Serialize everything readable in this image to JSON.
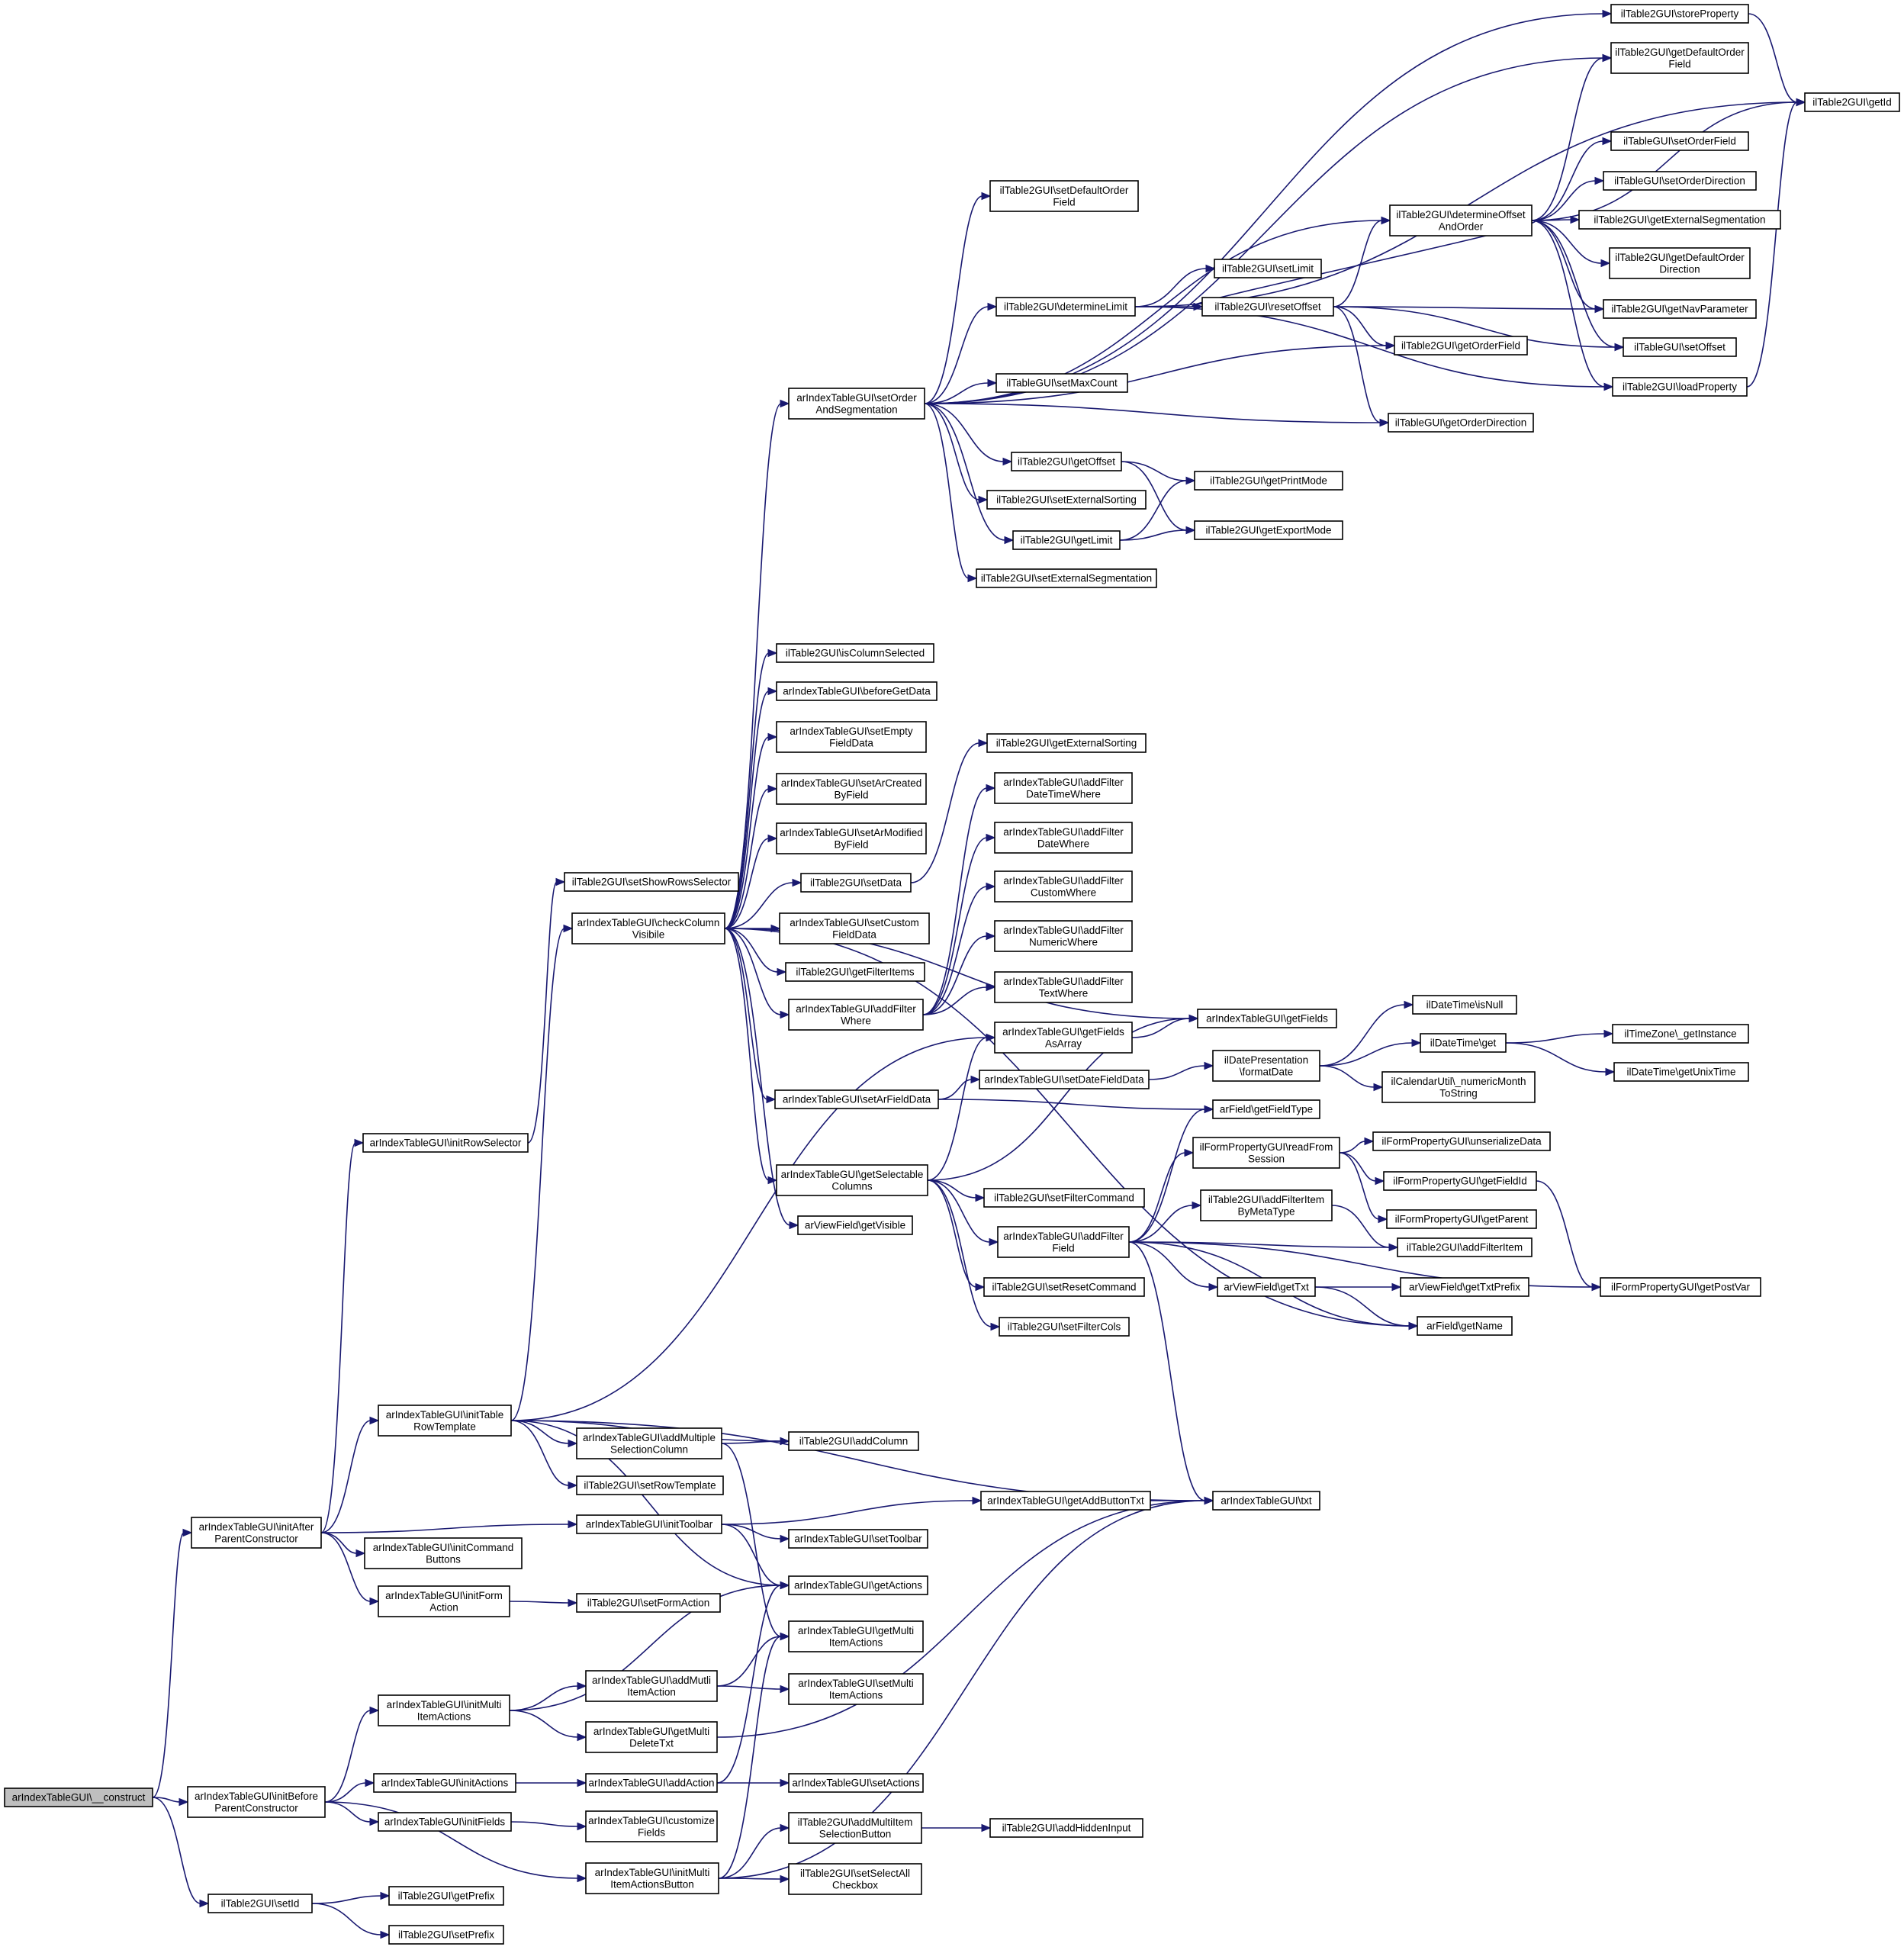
{
  "nodes": [
    {
      "id": "construct",
      "lines": [
        "arIndexTableGUI\\__construct"
      ]
    },
    {
      "id": "initAfter",
      "lines": [
        "arIndexTableGUI\\initAfter",
        "ParentConstructor"
      ]
    },
    {
      "id": "initBefore",
      "lines": [
        "arIndexTableGUI\\initBefore",
        "ParentConstructor"
      ]
    },
    {
      "id": "setId",
      "lines": [
        "ilTable2GUI\\setId"
      ]
    },
    {
      "id": "initRowSelector",
      "lines": [
        "arIndexTableGUI\\initRowSelector"
      ]
    },
    {
      "id": "initTableRowTemplate",
      "lines": [
        "arIndexTableGUI\\initTable",
        "RowTemplate"
      ]
    },
    {
      "id": "initToolbar",
      "lines": [
        "arIndexTableGUI\\initToolbar"
      ]
    },
    {
      "id": "initCommandButtons",
      "lines": [
        "arIndexTableGUI\\initCommand",
        "Buttons"
      ]
    },
    {
      "id": "initFormAction",
      "lines": [
        "arIndexTableGUI\\initForm",
        "Action"
      ]
    },
    {
      "id": "initMultiItemActions",
      "lines": [
        "arIndexTableGUI\\initMulti",
        "ItemActions"
      ]
    },
    {
      "id": "initActions",
      "lines": [
        "arIndexTableGUI\\initActions"
      ]
    },
    {
      "id": "initFields",
      "lines": [
        "arIndexTableGUI\\initFields"
      ]
    },
    {
      "id": "initMultiItemActionsButton",
      "lines": [
        "arIndexTableGUI\\initMulti",
        "ItemActionsButton"
      ]
    },
    {
      "id": "getPrefix",
      "lines": [
        "ilTable2GUI\\getPrefix"
      ]
    },
    {
      "id": "setPrefix",
      "lines": [
        "ilTable2GUI\\setPrefix"
      ]
    },
    {
      "id": "setShowRowsSelector",
      "lines": [
        "ilTable2GUI\\setShowRowsSelector"
      ]
    },
    {
      "id": "checkColumnVisibile",
      "lines": [
        "arIndexTableGUI\\checkColumn",
        "Visibile"
      ]
    },
    {
      "id": "addMultipleSelectionColumn",
      "lines": [
        "arIndexTableGUI\\addMultiple",
        "SelectionColumn"
      ]
    },
    {
      "id": "setRowTemplate",
      "lines": [
        "ilTable2GUI\\setRowTemplate"
      ]
    },
    {
      "id": "addColumn",
      "lines": [
        "ilTable2GUI\\addColumn"
      ]
    },
    {
      "id": "getActions",
      "lines": [
        "arIndexTableGUI\\getActions"
      ]
    },
    {
      "id": "setToolbar",
      "lines": [
        "arIndexTableGUI\\setToolbar"
      ]
    },
    {
      "id": "getAddButtonTxt",
      "lines": [
        "arIndexTableGUI\\getAddButtonTxt"
      ]
    },
    {
      "id": "txt",
      "lines": [
        "arIndexTableGUI\\txt"
      ]
    },
    {
      "id": "setFormAction",
      "lines": [
        "ilTable2GUI\\setFormAction"
      ]
    },
    {
      "id": "addMutliItemAction",
      "lines": [
        "arIndexTableGUI\\addMutli",
        "ItemAction"
      ]
    },
    {
      "id": "getMultiDeleteTxt",
      "lines": [
        "arIndexTableGUI\\getMulti",
        "DeleteTxt"
      ]
    },
    {
      "id": "getMultiItemActions",
      "lines": [
        "arIndexTableGUI\\getMulti",
        "ItemActions"
      ]
    },
    {
      "id": "setMultiItemActions",
      "lines": [
        "arIndexTableGUI\\setMulti",
        "ItemActions"
      ]
    },
    {
      "id": "addAction",
      "lines": [
        "arIndexTableGUI\\addAction"
      ]
    },
    {
      "id": "setActions",
      "lines": [
        "arIndexTableGUI\\setActions"
      ]
    },
    {
      "id": "customizeFields",
      "lines": [
        "arIndexTableGUI\\customize",
        "Fields"
      ]
    },
    {
      "id": "addMultiItemSelectionButton",
      "lines": [
        "ilTable2GUI\\addMultiItem",
        "SelectionButton"
      ]
    },
    {
      "id": "setSelectAllCheckbox",
      "lines": [
        "ilTable2GUI\\setSelectAll",
        "Checkbox"
      ]
    },
    {
      "id": "addHiddenInput",
      "lines": [
        "ilTable2GUI\\addHiddenInput"
      ]
    },
    {
      "id": "setOrderAndSegmentation",
      "lines": [
        "arIndexTableGUI\\setOrder",
        "AndSegmentation"
      ]
    },
    {
      "id": "isColumnSelected",
      "lines": [
        "ilTable2GUI\\isColumnSelected"
      ]
    },
    {
      "id": "beforeGetData",
      "lines": [
        "arIndexTableGUI\\beforeGetData"
      ]
    },
    {
      "id": "setEmptyFieldData",
      "lines": [
        "arIndexTableGUI\\setEmpty",
        "FieldData"
      ]
    },
    {
      "id": "setArCreatedByField",
      "lines": [
        "arIndexTableGUI\\setArCreated",
        "ByField"
      ]
    },
    {
      "id": "setArModifiedByField",
      "lines": [
        "arIndexTableGUI\\setArModified",
        "ByField"
      ]
    },
    {
      "id": "setData",
      "lines": [
        "ilTable2GUI\\setData"
      ]
    },
    {
      "id": "setCustomFieldData",
      "lines": [
        "arIndexTableGUI\\setCustom",
        "FieldData"
      ]
    },
    {
      "id": "getFilterItems",
      "lines": [
        "ilTable2GUI\\getFilterItems"
      ]
    },
    {
      "id": "addFilterWhere",
      "lines": [
        "arIndexTableGUI\\addFilter",
        "Where"
      ]
    },
    {
      "id": "setArFieldData",
      "lines": [
        "arIndexTableGUI\\setArFieldData"
      ]
    },
    {
      "id": "getSelectableColumns",
      "lines": [
        "arIndexTableGUI\\getSelectable",
        "Columns"
      ]
    },
    {
      "id": "getVisible",
      "lines": [
        "arViewField\\getVisible"
      ]
    },
    {
      "id": "getFields",
      "lines": [
        "arIndexTableGUI\\getFields"
      ]
    },
    {
      "id": "getName",
      "lines": [
        "arField\\getName"
      ]
    },
    {
      "id": "setDefaultOrderField",
      "lines": [
        "ilTable2GUI\\setDefaultOrder",
        "Field"
      ]
    },
    {
      "id": "determineLimit",
      "lines": [
        "ilTable2GUI\\determineLimit"
      ]
    },
    {
      "id": "setMaxCount",
      "lines": [
        "ilTableGUI\\setMaxCount"
      ]
    },
    {
      "id": "getOffset",
      "lines": [
        "ilTable2GUI\\getOffset"
      ]
    },
    {
      "id": "setExternalSorting",
      "lines": [
        "ilTable2GUI\\setExternalSorting"
      ]
    },
    {
      "id": "getLimit",
      "lines": [
        "ilTable2GUI\\getLimit"
      ]
    },
    {
      "id": "setExternalSegmentation",
      "lines": [
        "ilTable2GUI\\setExternalSegmentation"
      ]
    },
    {
      "id": "storeProperty",
      "lines": [
        "ilTable2GUI\\storeProperty"
      ]
    },
    {
      "id": "getDefaultOrderField",
      "lines": [
        "ilTable2GUI\\getDefaultOrder",
        "Field"
      ]
    },
    {
      "id": "determineOffsetAndOrder",
      "lines": [
        "ilTable2GUI\\determineOffset",
        "AndOrder"
      ]
    },
    {
      "id": "getOrderField",
      "lines": [
        "ilTable2GUI\\getOrderField"
      ]
    },
    {
      "id": "getOrderDirection",
      "lines": [
        "ilTableGUI\\getOrderDirection"
      ]
    },
    {
      "id": "setLimit",
      "lines": [
        "ilTable2GUI\\setLimit"
      ]
    },
    {
      "id": "resetOffset",
      "lines": [
        "ilTable2GUI\\resetOffset"
      ]
    },
    {
      "id": "getPrintMode",
      "lines": [
        "ilTable2GUI\\getPrintMode"
      ]
    },
    {
      "id": "getExportMode",
      "lines": [
        "ilTable2GUI\\getExportMode"
      ]
    },
    {
      "id": "getId",
      "lines": [
        "ilTable2GUI\\getId"
      ]
    },
    {
      "id": "setOrderField",
      "lines": [
        "ilTableGUI\\setOrderField"
      ]
    },
    {
      "id": "setOrderDirection",
      "lines": [
        "ilTableGUI\\setOrderDirection"
      ]
    },
    {
      "id": "getExternalSegmentation",
      "lines": [
        "ilTable2GUI\\getExternalSegmentation"
      ]
    },
    {
      "id": "getDefaultOrderDirection",
      "lines": [
        "ilTable2GUI\\getDefaultOrder",
        "Direction"
      ]
    },
    {
      "id": "getNavParameter",
      "lines": [
        "ilTable2GUI\\getNavParameter"
      ]
    },
    {
      "id": "setOffset",
      "lines": [
        "ilTableGUI\\setOffset"
      ]
    },
    {
      "id": "loadProperty",
      "lines": [
        "ilTable2GUI\\loadProperty"
      ]
    },
    {
      "id": "getExternalSorting",
      "lines": [
        "ilTable2GUI\\getExternalSorting"
      ]
    },
    {
      "id": "addFilterDateTimeWhere",
      "lines": [
        "arIndexTableGUI\\addFilter",
        "DateTimeWhere"
      ]
    },
    {
      "id": "addFilterDateWhere",
      "lines": [
        "arIndexTableGUI\\addFilter",
        "DateWhere"
      ]
    },
    {
      "id": "addFilterCustomWhere",
      "lines": [
        "arIndexTableGUI\\addFilter",
        "CustomWhere"
      ]
    },
    {
      "id": "addFilterNumericWhere",
      "lines": [
        "arIndexTableGUI\\addFilter",
        "NumericWhere"
      ]
    },
    {
      "id": "addFilterTextWhere",
      "lines": [
        "arIndexTableGUI\\addFilter",
        "TextWhere"
      ]
    },
    {
      "id": "getFieldsAsArray",
      "lines": [
        "arIndexTableGUI\\getFields",
        "AsArray"
      ]
    },
    {
      "id": "setDateFieldData",
      "lines": [
        "arIndexTableGUI\\setDateFieldData"
      ]
    },
    {
      "id": "setFilterCommand",
      "lines": [
        "ilTable2GUI\\setFilterCommand"
      ]
    },
    {
      "id": "addFilterField",
      "lines": [
        "arIndexTableGUI\\addFilter",
        "Field"
      ]
    },
    {
      "id": "setResetCommand",
      "lines": [
        "ilTable2GUI\\setResetCommand"
      ]
    },
    {
      "id": "setFilterCols",
      "lines": [
        "ilTable2GUI\\setFilterCols"
      ]
    },
    {
      "id": "formatDate",
      "lines": [
        "ilDatePresentation",
        "\\formatDate"
      ]
    },
    {
      "id": "getFieldType",
      "lines": [
        "arField\\getFieldType"
      ]
    },
    {
      "id": "readFromSession",
      "lines": [
        "ilFormPropertyGUI\\readFrom",
        "Session"
      ]
    },
    {
      "id": "addFilterItemByMetaType",
      "lines": [
        "ilTable2GUI\\addFilterItem",
        "ByMetaType"
      ]
    },
    {
      "id": "addFilterItem",
      "lines": [
        "ilTable2GUI\\addFilterItem"
      ]
    },
    {
      "id": "getTxt",
      "lines": [
        "arViewField\\getTxt"
      ]
    },
    {
      "id": "getTxtPrefix",
      "lines": [
        "arViewField\\getTxtPrefix"
      ]
    },
    {
      "id": "isNull",
      "lines": [
        "ilDateTime\\isNull"
      ]
    },
    {
      "id": "get",
      "lines": [
        "ilDateTime\\get"
      ]
    },
    {
      "id": "numericMonthToString",
      "lines": [
        "ilCalendarUtil\\_numericMonth",
        "ToString"
      ]
    },
    {
      "id": "getInstance",
      "lines": [
        "ilTimeZone\\_getInstance"
      ]
    },
    {
      "id": "getUnixTime",
      "lines": [
        "ilDateTime\\getUnixTime"
      ]
    },
    {
      "id": "unserializeData",
      "lines": [
        "ilFormPropertyGUI\\unserializeData"
      ]
    },
    {
      "id": "getFieldId",
      "lines": [
        "ilFormPropertyGUI\\getFieldId"
      ]
    },
    {
      "id": "getParent",
      "lines": [
        "ilFormPropertyGUI\\getParent"
      ]
    },
    {
      "id": "getPostVar",
      "lines": [
        "ilFormPropertyGUI\\getPostVar"
      ]
    }
  ],
  "edges": [
    [
      "construct",
      "initAfter"
    ],
    [
      "construct",
      "initBefore"
    ],
    [
      "construct",
      "setId"
    ],
    [
      "initAfter",
      "initRowSelector"
    ],
    [
      "initAfter",
      "initTableRowTemplate"
    ],
    [
      "initAfter",
      "initToolbar"
    ],
    [
      "initAfter",
      "initCommandButtons"
    ],
    [
      "initAfter",
      "initFormAction"
    ],
    [
      "initBefore",
      "initMultiItemActions"
    ],
    [
      "initBefore",
      "initActions"
    ],
    [
      "initBefore",
      "initFields"
    ],
    [
      "initBefore",
      "initMultiItemActionsButton"
    ],
    [
      "setId",
      "getPrefix"
    ],
    [
      "setId",
      "setPrefix"
    ],
    [
      "initRowSelector",
      "setShowRowsSelector"
    ],
    [
      "initTableRowTemplate",
      "checkColumnVisibile"
    ],
    [
      "initTableRowTemplate",
      "getFieldsAsArray"
    ],
    [
      "initTableRowTemplate",
      "addColumn"
    ],
    [
      "initTableRowTemplate",
      "addMultipleSelectionColumn"
    ],
    [
      "initTableRowTemplate",
      "setRowTemplate"
    ],
    [
      "initTableRowTemplate",
      "getActions"
    ],
    [
      "initTableRowTemplate",
      "txt"
    ],
    [
      "addMultipleSelectionColumn",
      "addColumn"
    ],
    [
      "addMultipleSelectionColumn",
      "getMultiItemActions"
    ],
    [
      "initToolbar",
      "getAddButtonTxt"
    ],
    [
      "initToolbar",
      "setToolbar"
    ],
    [
      "initToolbar",
      "getActions"
    ],
    [
      "getAddButtonTxt",
      "txt"
    ],
    [
      "initFormAction",
      "setFormAction"
    ],
    [
      "initMultiItemActions",
      "getActions"
    ],
    [
      "initMultiItemActions",
      "addMutliItemAction"
    ],
    [
      "initMultiItemActions",
      "getMultiDeleteTxt"
    ],
    [
      "addMutliItemAction",
      "getMultiItemActions"
    ],
    [
      "addMutliItemAction",
      "setMultiItemActions"
    ],
    [
      "getMultiDeleteTxt",
      "txt"
    ],
    [
      "initActions",
      "addAction"
    ],
    [
      "addAction",
      "getActions"
    ],
    [
      "addAction",
      "setActions"
    ],
    [
      "initFields",
      "customizeFields"
    ],
    [
      "initMultiItemActionsButton",
      "getMultiItemActions"
    ],
    [
      "initMultiItemActionsButton",
      "addMultiItemSelectionButton"
    ],
    [
      "initMultiItemActionsButton",
      "setSelectAllCheckbox"
    ],
    [
      "initMultiItemActionsButton",
      "txt"
    ],
    [
      "addMultiItemSelectionButton",
      "addHiddenInput"
    ],
    [
      "checkColumnVisibile",
      "setOrderAndSegmentation"
    ],
    [
      "checkColumnVisibile",
      "isColumnSelected"
    ],
    [
      "checkColumnVisibile",
      "beforeGetData"
    ],
    [
      "checkColumnVisibile",
      "setEmptyFieldData"
    ],
    [
      "checkColumnVisibile",
      "setArCreatedByField"
    ],
    [
      "checkColumnVisibile",
      "setArModifiedByField"
    ],
    [
      "checkColumnVisibile",
      "setData"
    ],
    [
      "checkColumnVisibile",
      "setCustomFieldData"
    ],
    [
      "checkColumnVisibile",
      "getFilterItems"
    ],
    [
      "checkColumnVisibile",
      "addFilterWhere"
    ],
    [
      "checkColumnVisibile",
      "setArFieldData"
    ],
    [
      "checkColumnVisibile",
      "getSelectableColumns"
    ],
    [
      "checkColumnVisibile",
      "getVisible"
    ],
    [
      "checkColumnVisibile",
      "getFields"
    ],
    [
      "checkColumnVisibile",
      "getName"
    ],
    [
      "setOrderAndSegmentation",
      "setDefaultOrderField"
    ],
    [
      "setOrderAndSegmentation",
      "determineLimit"
    ],
    [
      "setOrderAndSegmentation",
      "setMaxCount"
    ],
    [
      "setOrderAndSegmentation",
      "getOffset"
    ],
    [
      "setOrderAndSegmentation",
      "setExternalSorting"
    ],
    [
      "setOrderAndSegmentation",
      "getLimit"
    ],
    [
      "setOrderAndSegmentation",
      "setExternalSegmentation"
    ],
    [
      "setOrderAndSegmentation",
      "storeProperty"
    ],
    [
      "setOrderAndSegmentation",
      "getDefaultOrderField"
    ],
    [
      "setOrderAndSegmentation",
      "determineOffsetAndOrder"
    ],
    [
      "setOrderAndSegmentation",
      "getOrderField"
    ],
    [
      "setOrderAndSegmentation",
      "getOrderDirection"
    ],
    [
      "determineLimit",
      "setLimit"
    ],
    [
      "determineLimit",
      "resetOffset"
    ],
    [
      "determineLimit",
      "loadProperty"
    ],
    [
      "determineLimit",
      "getId"
    ],
    [
      "resetOffset",
      "determineOffsetAndOrder"
    ],
    [
      "resetOffset",
      "getNavParameter"
    ],
    [
      "resetOffset",
      "setOffset"
    ],
    [
      "resetOffset",
      "getOrderDirection"
    ],
    [
      "resetOffset",
      "getOrderField"
    ],
    [
      "determineOffsetAndOrder",
      "resetOffset"
    ],
    [
      "determineOffsetAndOrder",
      "getDefaultOrderField"
    ],
    [
      "determineOffsetAndOrder",
      "getId"
    ],
    [
      "determineOffsetAndOrder",
      "setOrderField"
    ],
    [
      "determineOffsetAndOrder",
      "setOrderDirection"
    ],
    [
      "determineOffsetAndOrder",
      "getExternalSegmentation"
    ],
    [
      "determineOffsetAndOrder",
      "getDefaultOrderDirection"
    ],
    [
      "determineOffsetAndOrder",
      "getNavParameter"
    ],
    [
      "determineOffsetAndOrder",
      "setOffset"
    ],
    [
      "determineOffsetAndOrder",
      "loadProperty"
    ],
    [
      "storeProperty",
      "getId"
    ],
    [
      "loadProperty",
      "getId"
    ],
    [
      "getOffset",
      "getPrintMode"
    ],
    [
      "getOffset",
      "getExportMode"
    ],
    [
      "getLimit",
      "getPrintMode"
    ],
    [
      "getLimit",
      "getExportMode"
    ],
    [
      "setData",
      "getExternalSorting"
    ],
    [
      "addFilterWhere",
      "addFilterDateTimeWhere"
    ],
    [
      "addFilterWhere",
      "addFilterDateWhere"
    ],
    [
      "addFilterWhere",
      "addFilterCustomWhere"
    ],
    [
      "addFilterWhere",
      "addFilterNumericWhere"
    ],
    [
      "addFilterWhere",
      "addFilterTextWhere"
    ],
    [
      "setArFieldData",
      "setDateFieldData"
    ],
    [
      "setArFieldData",
      "getFieldType"
    ],
    [
      "setDateFieldData",
      "formatDate"
    ],
    [
      "getSelectableColumns",
      "getFieldsAsArray"
    ],
    [
      "getSelectableColumns",
      "getFields"
    ],
    [
      "getSelectableColumns",
      "setFilterCommand"
    ],
    [
      "getSelectableColumns",
      "addFilterField"
    ],
    [
      "getSelectableColumns",
      "setResetCommand"
    ],
    [
      "getSelectableColumns",
      "setFilterCols"
    ],
    [
      "getFieldsAsArray",
      "getFields"
    ],
    [
      "addFilterField",
      "getFieldType"
    ],
    [
      "addFilterField",
      "readFromSession"
    ],
    [
      "addFilterField",
      "addFilterItemByMetaType"
    ],
    [
      "addFilterField",
      "addFilterItem"
    ],
    [
      "addFilterField",
      "getTxt"
    ],
    [
      "addFilterField",
      "getName"
    ],
    [
      "addFilterField",
      "getPostVar"
    ],
    [
      "addFilterField",
      "txt"
    ],
    [
      "formatDate",
      "isNull"
    ],
    [
      "formatDate",
      "get"
    ],
    [
      "formatDate",
      "numericMonthToString"
    ],
    [
      "get",
      "getInstance"
    ],
    [
      "get",
      "getUnixTime"
    ],
    [
      "readFromSession",
      "unserializeData"
    ],
    [
      "readFromSession",
      "getFieldId"
    ],
    [
      "readFromSession",
      "getParent"
    ],
    [
      "getFieldId",
      "getPostVar"
    ],
    [
      "addFilterItemByMetaType",
      "addFilterItem"
    ],
    [
      "getTxt",
      "getTxtPrefix"
    ],
    [
      "getTxt",
      "getName"
    ]
  ]
}
